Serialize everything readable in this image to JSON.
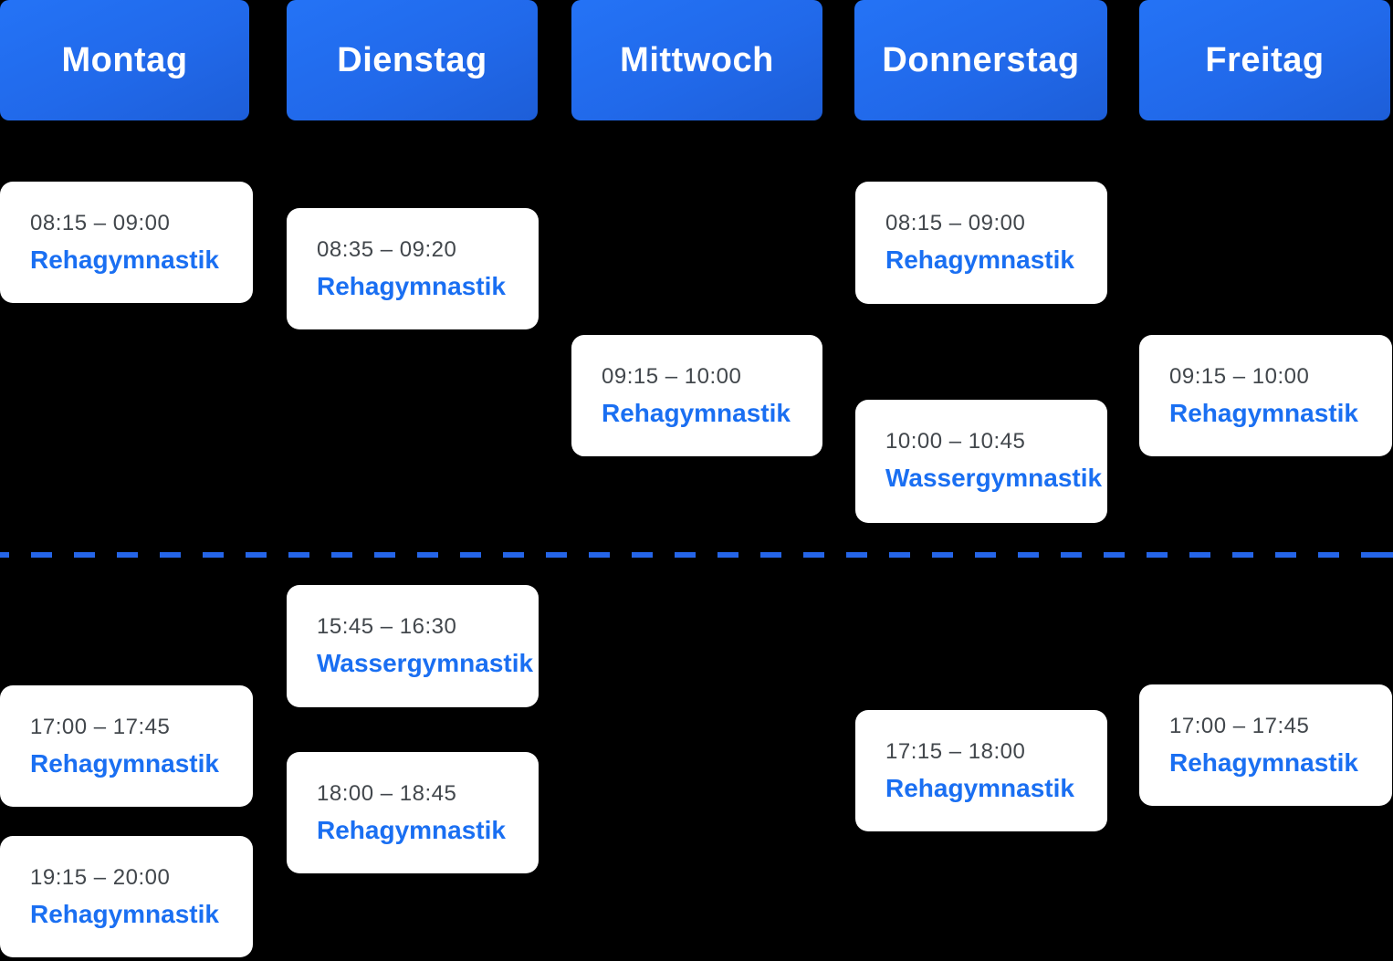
{
  "colors": {
    "background": "#000000",
    "header_gradient_start": "#2473f6",
    "header_gradient_end": "#1d5ed8",
    "header_text": "#ffffff",
    "card_background": "#ffffff",
    "time_text": "#42474c",
    "course_text": "#1a6ff2",
    "divider_dash": "#2565e8"
  },
  "days": [
    {
      "label": "Montag",
      "events": [
        {
          "time": "08:15 – 09:00",
          "course": "Rehagymnastik"
        },
        {
          "time": "17:00 – 17:45",
          "course": "Rehagymnastik"
        },
        {
          "time": "19:15 – 20:00",
          "course": "Rehagymnastik"
        }
      ]
    },
    {
      "label": "Dienstag",
      "events": [
        {
          "time": "08:35 – 09:20",
          "course": "Rehagymnastik"
        },
        {
          "time": "15:45 – 16:30",
          "course": "Wassergymnastik"
        },
        {
          "time": "18:00 – 18:45",
          "course": "Rehagymnastik"
        }
      ]
    },
    {
      "label": "Mittwoch",
      "events": [
        {
          "time": "09:15 – 10:00",
          "course": "Rehagymnastik"
        }
      ]
    },
    {
      "label": "Donnerstag",
      "events": [
        {
          "time": "08:15 – 09:00",
          "course": "Rehagymnastik"
        },
        {
          "time": "10:00 – 10:45",
          "course": "Wassergymnastik"
        },
        {
          "time": "17:15 – 18:00",
          "course": "Rehagymnastik"
        }
      ]
    },
    {
      "label": "Freitag",
      "events": [
        {
          "time": "09:15 – 10:00",
          "course": "Rehagymnastik"
        },
        {
          "time": "17:00 – 17:45",
          "course": "Rehagymnastik"
        }
      ]
    }
  ]
}
